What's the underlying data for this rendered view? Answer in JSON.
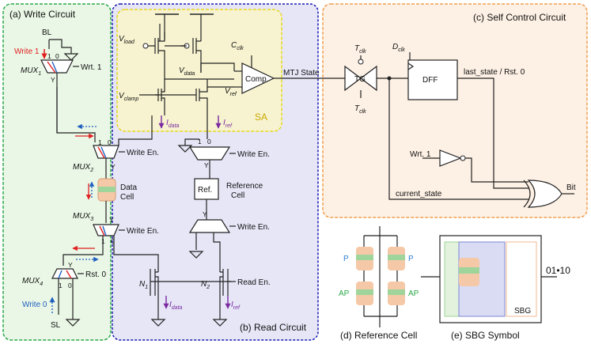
{
  "panels": {
    "write_circuit": "(a) Write Circuit",
    "read_circuit": "(b) Read Circuit",
    "self_control": "(c) Self Control Circuit",
    "reference_cell": "(d) Reference Cell",
    "sbg_symbol": "(e) SBG Symbol",
    "sa": "SA"
  },
  "write": {
    "bl": "BL",
    "sl": "SL",
    "write1": "Write 1",
    "write0": "Write 0",
    "mux1": "MUX",
    "mux1_sub": "1",
    "mux2": "MUX",
    "mux2_sub": "2",
    "mux3": "MUX",
    "mux3_sub": "3",
    "mux4": "MUX",
    "mux4_sub": "4",
    "wrt1": "Wrt. 1",
    "rst0": "Rst. 0",
    "data_cell": "Data",
    "data_cell2": "Cell",
    "one": "1",
    "zero": "0",
    "y": "Y",
    "write_en": "Write En."
  },
  "sa": {
    "vload": "V",
    "vload_sub": "load",
    "vdata": "V",
    "vdata_sub": "data",
    "vclamp": "V",
    "vclamp_sub": "clamp",
    "vref": "V",
    "vref_sub": "ref",
    "cclk": "C",
    "cclk_sub": "clk",
    "comp": "Comp",
    "idata": "I",
    "idata_sub": "data",
    "iref": "I",
    "iref_sub": "ref",
    "mtj_state": "MTJ State"
  },
  "read": {
    "ref_box": "Ref.",
    "reference_cell": "Reference",
    "reference_cell2": "Cell",
    "n1": "N",
    "n1_sub": "1",
    "n2": "N",
    "n2_sub": "2",
    "read_en": "Read En.",
    "idata": "I",
    "idata_sub": "data",
    "iref": "I",
    "iref_sub": "ref"
  },
  "control": {
    "tclk_top": "T",
    "tclk_sub": "clk",
    "tclk_bot": "T",
    "tg": "TG",
    "dclk": "D",
    "dclk_sub": "clk",
    "dff": "DFF",
    "last_state": "last_state / Rst. 0",
    "wrt1": "Wrt. 1",
    "current_state": "current_state",
    "bit": "Bit"
  },
  "refcell": {
    "p": "P",
    "ap": "AP"
  },
  "sbg": {
    "label": "SBG",
    "output": "01•10"
  },
  "colors": {
    "write_border": "#2aa84a",
    "write_fill": "#eaf7e6",
    "read_border": "#1a1ab0",
    "read_fill": "#e6e6f7",
    "sa_border": "#e8d820",
    "sa_fill": "#f7f3d0",
    "control_border": "#f0a050",
    "control_fill": "#fdf0e4",
    "red": "#e02020",
    "blue": "#2060c0",
    "purple": "#7a2aa0",
    "mtj_orange": "#f5c9a8",
    "mtj_green": "#9fd49a",
    "p_label": "#2f7fd0",
    "ap_label": "#2aa84a"
  }
}
